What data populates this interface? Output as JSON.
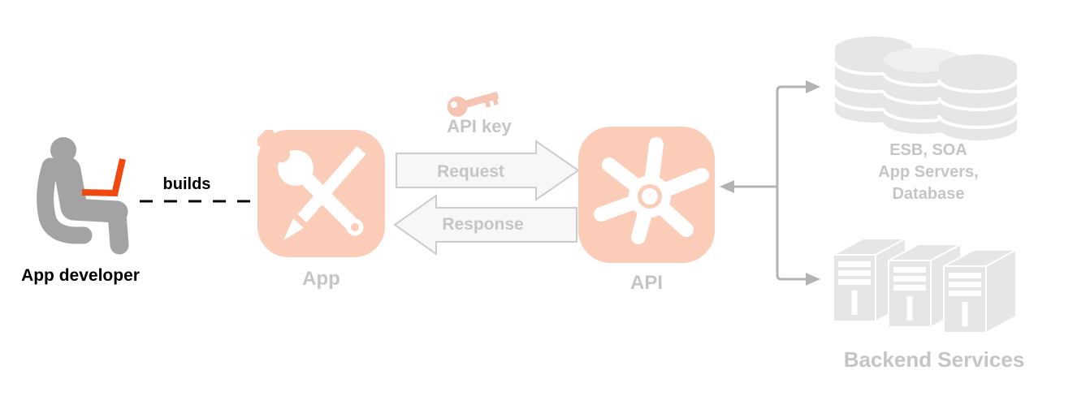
{
  "labels": {
    "app_developer": "App developer",
    "builds": "builds",
    "app": "App",
    "api": "API",
    "api_key": "API key",
    "request": "Request",
    "response": "Response",
    "esb_line1": "ESB, SOA",
    "esb_line2": "App Servers,",
    "esb_line3": "Database",
    "backend_services": "Backend Services"
  },
  "colors": {
    "icon_bg": "#FBCDB9",
    "key": "#F6C4B2",
    "laptop": "#F0490F",
    "person": "#A3A3A3",
    "shape_gray": "#E6E6E6",
    "shape_gray_light": "#F0F0F0",
    "arrow_fill": "#F7F7F7",
    "arrow_border": "#CCCCCC",
    "faded_text": "#C5C5C5",
    "connector": "#B3B3B3",
    "black_text": "#000000"
  },
  "icons": {
    "developer": "person-with-laptop-icon",
    "app": "wrench-pencil-icon",
    "api": "gear-icon",
    "key": "key-icon",
    "databases": "database-cylinders-icon",
    "servers": "server-towers-icon"
  }
}
